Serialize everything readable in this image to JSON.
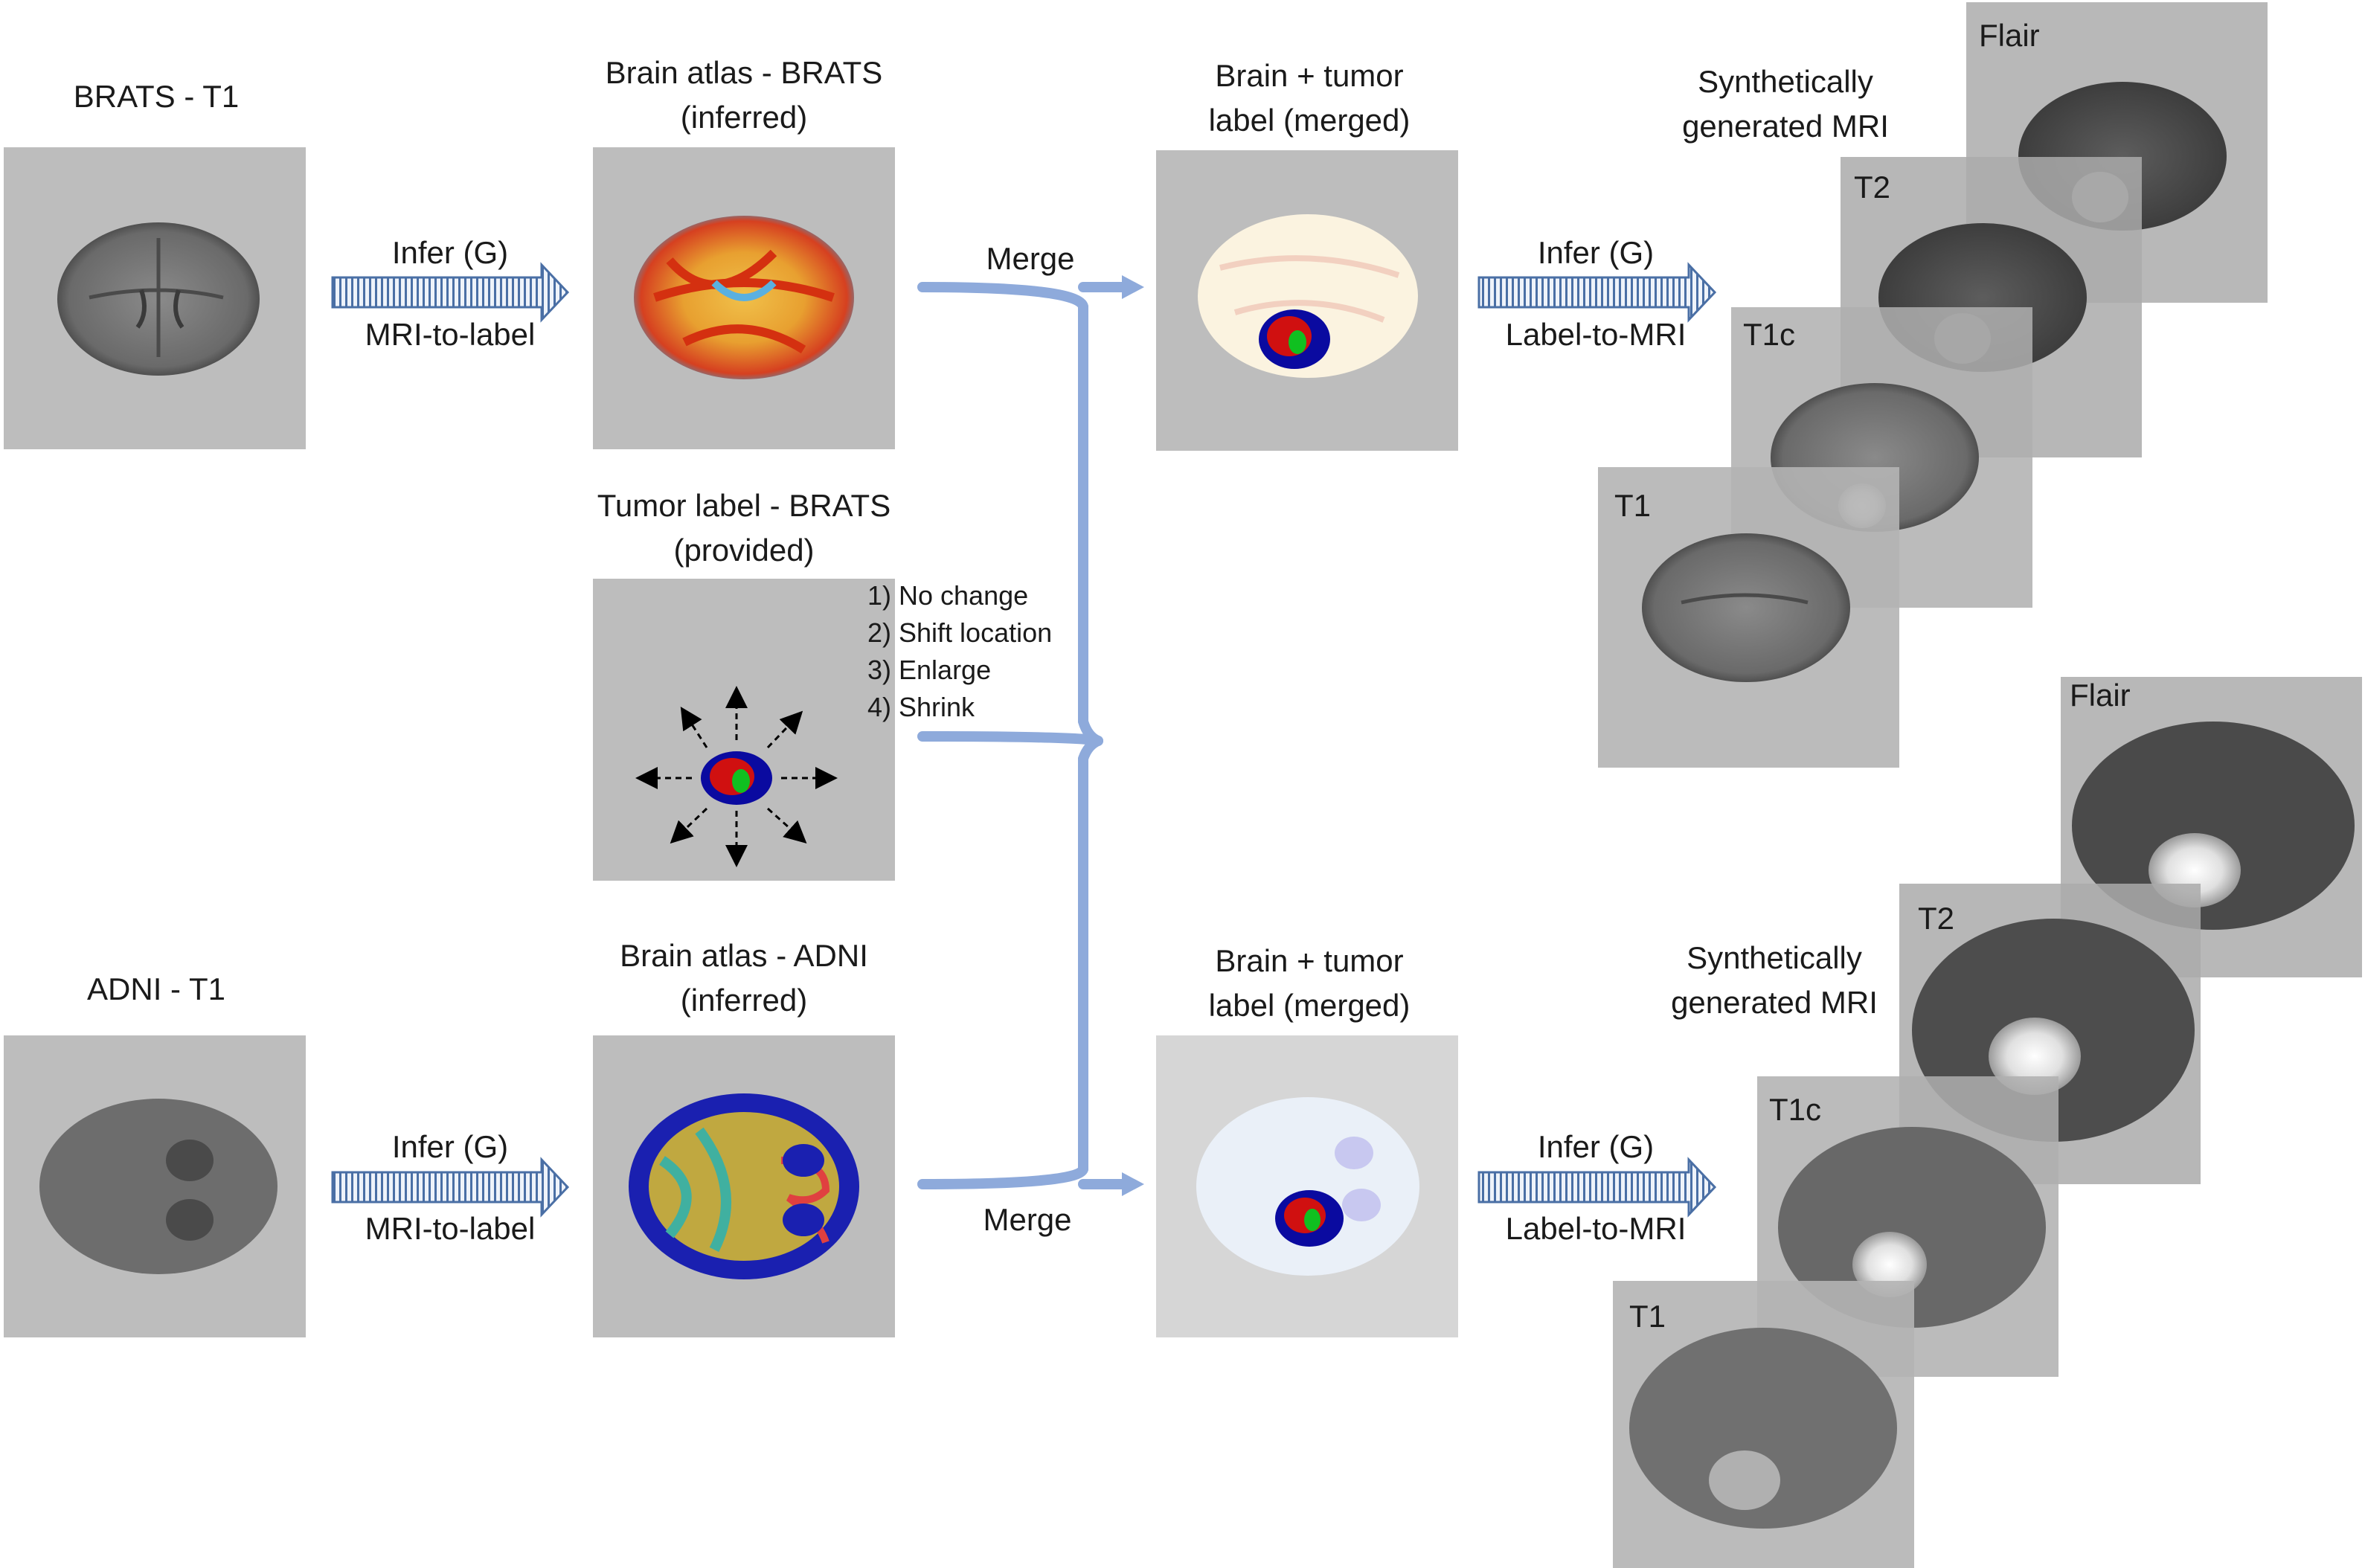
{
  "top_row": {
    "brats_t1_title": "BRATS - T1",
    "atlas_brats_title_1": "Brain atlas - BRATS",
    "atlas_brats_title_2": "(inferred)",
    "infer_label": "Infer (G)",
    "mri_to_label": "MRI-to-label",
    "merge_label": "Merge",
    "merged_title_1": "Brain + tumor",
    "merged_title_2": "label (merged)",
    "infer2_label": "Infer (G)",
    "label_to_mri": "Label-to-MRI",
    "synth_title_1": "Synthetically",
    "synth_title_2": "generated MRI",
    "stack_labels": [
      "Flair",
      "T2",
      "T1c",
      "T1"
    ]
  },
  "middle": {
    "tumor_title_1": "Tumor label - BRATS",
    "tumor_title_2": "(provided)",
    "operations": [
      "1) No change",
      "2) Shift location",
      "3) Enlarge",
      "4) Shrink"
    ]
  },
  "bottom_row": {
    "adni_t1_title": "ADNI - T1",
    "atlas_adni_title_1": "Brain atlas - ADNI",
    "atlas_adni_title_2": "(inferred)",
    "infer_label": "Infer (G)",
    "mri_to_label": "MRI-to-label",
    "merge_label": "Merge",
    "merged_title_1": "Brain + tumor",
    "merged_title_2": "label (merged)",
    "infer2_label": "Infer (G)",
    "label_to_mri": "Label-to-MRI",
    "synth_title_1": "Synthetically",
    "synth_title_2": "generated MRI",
    "stack_labels": [
      "Flair",
      "T2",
      "T1c",
      "T1"
    ]
  },
  "colors": {
    "panel_gray": "#bdbdbd",
    "merge_blue": "#8eaadb",
    "arrow_fill": "#dce6f2",
    "arrow_stroke": "#4a6fa5"
  }
}
